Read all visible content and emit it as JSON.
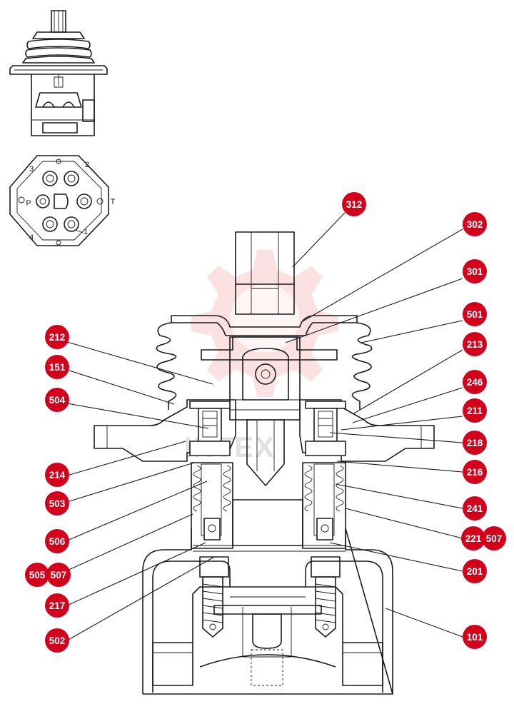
{
  "diagram": {
    "ports": [
      "3",
      "2",
      "P",
      "T",
      "4",
      "1"
    ],
    "callouts": [
      "312",
      "302",
      "301",
      "501",
      "213",
      "246",
      "211",
      "218",
      "216",
      "241",
      "221",
      "507",
      "201",
      "101",
      "212",
      "151",
      "504",
      "214",
      "503",
      "506",
      "507",
      "505",
      "217",
      "502"
    ],
    "watermark_text": "INTEX",
    "colors": {
      "callout_fill": "#d3001c",
      "callout_text": "#ffffff",
      "line": "#1a1a1a",
      "watermark": "#e8434d"
    }
  }
}
